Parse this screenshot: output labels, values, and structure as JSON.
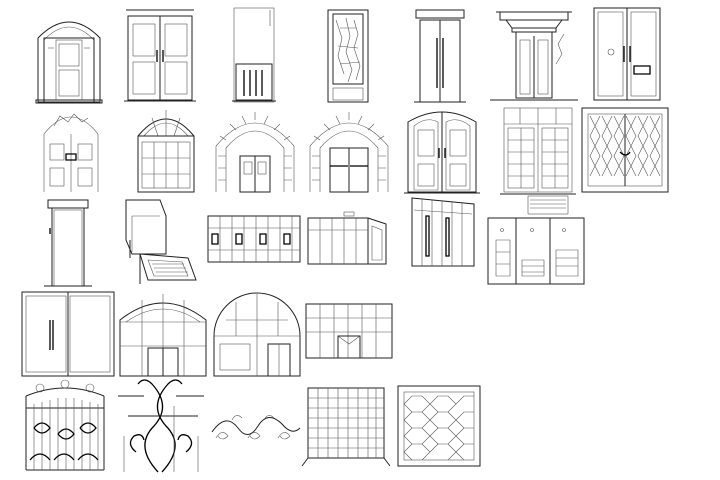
{
  "sheet": {
    "background": "#ffffff",
    "line_color": "#222222",
    "rows": [
      [
        "arched-panel-door",
        "double-door",
        "door-with-grille",
        "decorative-glass-door",
        "tall-narrow-door",
        "door-with-canopy",
        "glass-double-door-with-sign"
      ],
      [
        "ornate-arched-door",
        "arched-window-door",
        "stone-arch-door-a",
        "stone-arch-door-b",
        "double-door-arched-top",
        "multi-pane-double-door",
        "folding-grille-door"
      ],
      [
        "frame-door",
        "folding-bed-unit",
        "storefront-row",
        "glass-entrance-bay",
        "sliding-partition",
        "utility-cabinet-doors"
      ],
      [
        "wide-double-door",
        "arched-glass-facade",
        "semicircle-window-facade",
        "shopfront-facade"
      ],
      [
        "wrought-iron-fence",
        "scroll-iron-panel",
        "scroll-ornament",
        "mesh-fence-panel",
        "hexagon-lattice-panel"
      ]
    ]
  }
}
